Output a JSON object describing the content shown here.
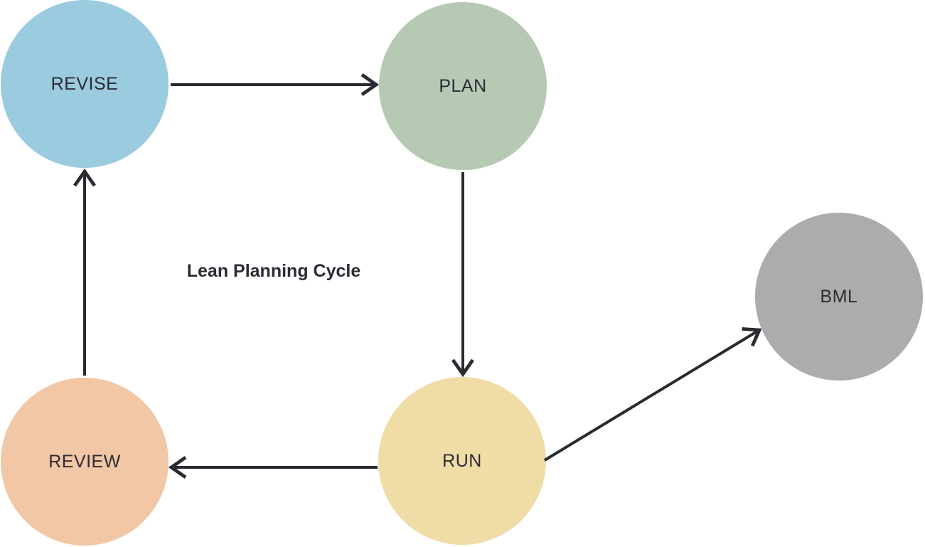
{
  "diagram": {
    "title": "Lean Planning Cycle",
    "nodes": [
      {
        "id": "revise",
        "label": "REVISE",
        "color": "#9BCBDE"
      },
      {
        "id": "plan",
        "label": "PLAN",
        "color": "#B6CAB3"
      },
      {
        "id": "bml",
        "label": "BML",
        "color": "#ACACAC"
      },
      {
        "id": "run",
        "label": "RUN",
        "color": "#F0DCA7"
      },
      {
        "id": "review",
        "label": "REVIEW",
        "color": "#F2C7A6"
      }
    ],
    "edges": [
      {
        "from": "REVISE",
        "to": "PLAN"
      },
      {
        "from": "PLAN",
        "to": "RUN"
      },
      {
        "from": "RUN",
        "to": "REVIEW"
      },
      {
        "from": "REVIEW",
        "to": "REVISE"
      },
      {
        "from": "RUN",
        "to": "BML"
      }
    ],
    "colors": {
      "background": "#FFFFFF",
      "text": "#2B2B35",
      "arrow": "#2A2A31"
    }
  }
}
